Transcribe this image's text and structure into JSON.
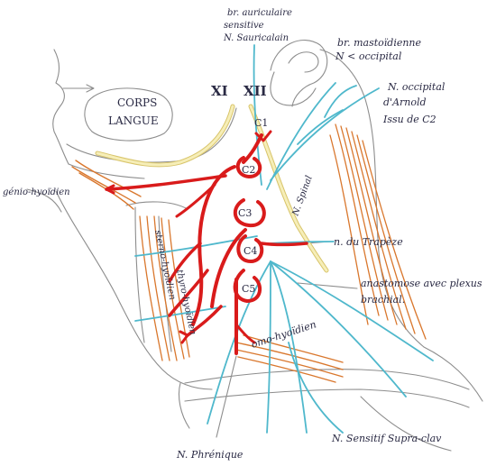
{
  "colors": {
    "pencil": "#8d8d8d",
    "ink": "#2a2a44",
    "plexus_red": "#d91b1b",
    "cutaneous_blue": "#4fb8cc",
    "muscle_orange": "#d9772d",
    "hypoglossal_yellow": "#efe4a0"
  },
  "labels": {
    "auriculaire_1": "br. auriculaire",
    "auriculaire_2": "sensitive",
    "auriculaire_3": "N. Sauricalain",
    "mastoidienne_1": "br. mastoïdienne",
    "mastoidienne_2": "N < occipital",
    "occipital_1": "N. occipital",
    "occipital_2": "d'Arnold",
    "occipital_3": "Issu de C2",
    "corps_1": "CORPS",
    "corps_2": "LANGUE",
    "cn_11": "XI",
    "cn_12": "XII",
    "genio": "génio-hyoïdien",
    "spinal": "N. Spinal",
    "trapeze": "n. du Trapèze",
    "anast_1": "anastomose avec plexus",
    "anast_2": "brachial.",
    "omo": "omo-hyoïdien",
    "sterno": "sterno-hyoïdien",
    "thyro": "thyro-hyoïdien",
    "phrenique": "N. Phrénique",
    "supra": "N. Sensitif Supra-clav",
    "c1": "C1",
    "c2": "C2",
    "c3": "C3",
    "c4": "C4",
    "c5": "C5"
  }
}
